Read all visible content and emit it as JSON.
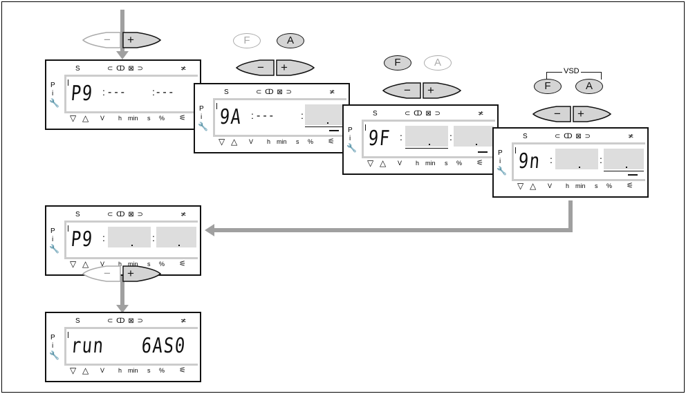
{
  "labels": {
    "s": "S",
    "p": "P",
    "i": "i",
    "v": "V",
    "h": "h",
    "min": "min",
    "sec": "s",
    "pct": "%",
    "down": "▽",
    "up": "△",
    "icons_top": "⊂ ↀ ⊠ ⊃",
    "fault": "≭",
    "flame": "⚟"
  },
  "buttons": {
    "minus": "−",
    "plus": "+",
    "f": "F",
    "a": "A",
    "vsd": "VSD"
  },
  "displays": [
    {
      "code": "P9",
      "left": "---",
      "right": "---"
    },
    {
      "code": "9A",
      "left": "---",
      "right": ""
    },
    {
      "code": "9F",
      "left": "",
      "right": ""
    },
    {
      "code": "9n",
      "left": "",
      "right": ""
    },
    {
      "code": "P9",
      "left": "",
      "right": ""
    },
    {
      "code": "run",
      "right_text": "6AS0"
    }
  ],
  "colors": {
    "active_button": "#d4d4d4",
    "inactive_outline": "#aaaaaa",
    "arrow": "#a0a0a0",
    "field": "#dddddd"
  }
}
